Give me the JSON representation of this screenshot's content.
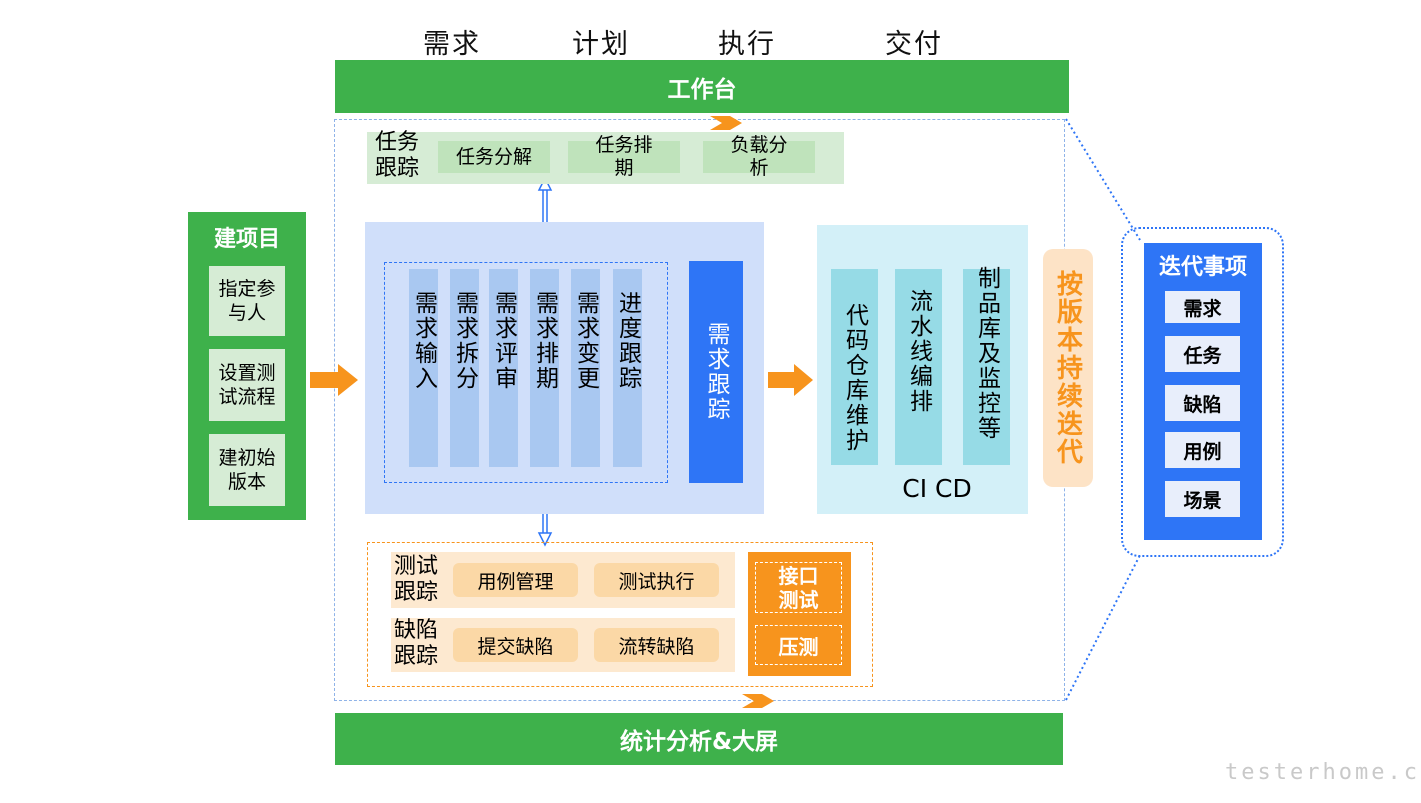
{
  "phases": [
    "需求",
    "计划",
    "执行",
    "交付"
  ],
  "top_bar": "工作台",
  "bottom_bar": "统计分析&大屏",
  "build_project": {
    "title": "建项目",
    "items": [
      "指定参与人",
      "设置测试流程",
      "建初始版本"
    ]
  },
  "task_tracking": {
    "label": "任务跟踪",
    "items": [
      "任务分解",
      "任务排期",
      "负载分析"
    ]
  },
  "requirement": {
    "columns": [
      "需求输入",
      "需求拆分",
      "需求评审",
      "需求排期",
      "需求变更",
      "进度跟踪"
    ],
    "tracking": "需求跟踪"
  },
  "cicd": {
    "columns": [
      "代码仓库维护",
      "流水线编排",
      "制品库及监控等"
    ],
    "label": "CI CD"
  },
  "iterate_label": "按版本持续迭代",
  "test_section": {
    "rows": [
      {
        "label": "测试跟踪",
        "items": [
          "用例管理",
          "测试执行"
        ]
      },
      {
        "label": "缺陷跟踪",
        "items": [
          "提交缺陷",
          "流转缺陷"
        ]
      }
    ],
    "special": [
      "接口测试",
      "压测"
    ]
  },
  "iteration_items": {
    "title": "迭代事项",
    "items": [
      "需求",
      "任务",
      "缺陷",
      "用例",
      "场景"
    ]
  },
  "watermark": "testerhome.com",
  "colors": {
    "green": "#3eb14b",
    "blue": "#2e75f6",
    "orange": "#f7941d",
    "light_blue_panel": "#d0dffa",
    "cyan_panel": "#d3f0f8"
  }
}
